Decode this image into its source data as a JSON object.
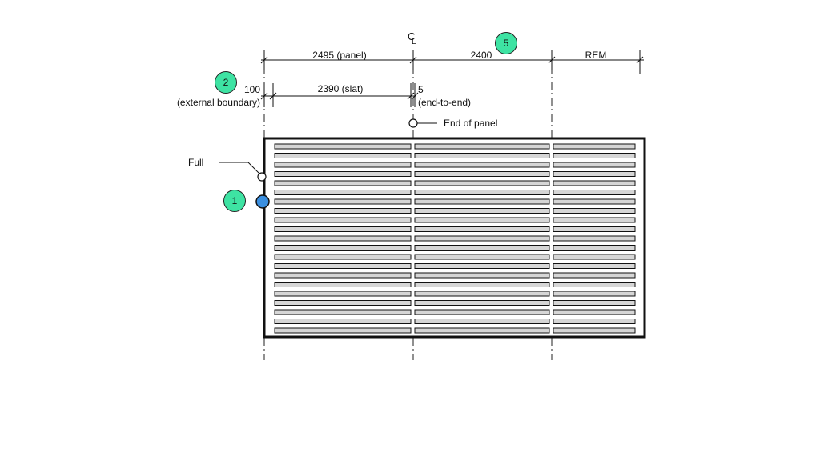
{
  "centerline_symbol": "C",
  "centerline_sub": "L",
  "dimensions_top": {
    "panel": "2495 (panel)",
    "second": "2400",
    "rem": "REM"
  },
  "dimensions_second": {
    "boundary_value": "100",
    "boundary_note": "(external boundary)",
    "slat": "2390 (slat)",
    "gap_value": "5",
    "gap_note": "(end-to-end)"
  },
  "callouts": {
    "end_of_panel": "End of panel",
    "full": "Full"
  },
  "badges": {
    "one": "1",
    "two": "2",
    "five": "5"
  },
  "colors": {
    "badge_fill": "#3ee3a3",
    "post_marker": "#3a8fe0",
    "slat_fill": "#d6d6d6",
    "frame": "#111111"
  },
  "icons": {
    "post_marker": "blue-circle-post-icon",
    "open_marker": "open-circle-marker-icon"
  }
}
